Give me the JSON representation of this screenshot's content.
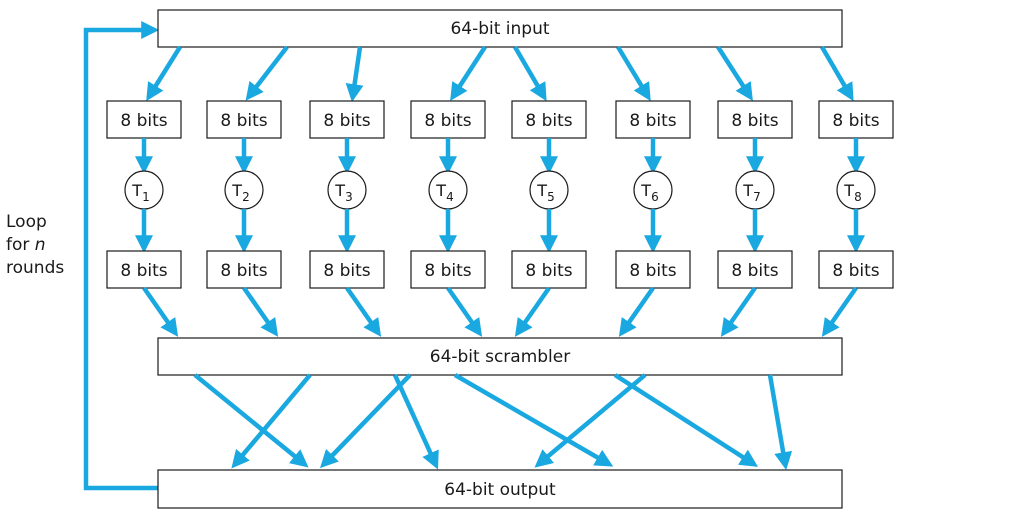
{
  "input_label": "64-bit input",
  "scrambler_label": "64-bit scrambler",
  "output_label": "64-bit output",
  "chunk_label": "8 bits",
  "t_prefix": "T",
  "t_indices": [
    "1",
    "2",
    "3",
    "4",
    "5",
    "6",
    "7",
    "8"
  ],
  "loop_text": {
    "line1": "Loop",
    "line2_a": "for ",
    "line2_n": "n",
    "line3": "rounds"
  },
  "arrow_color": "#1aa8e0"
}
